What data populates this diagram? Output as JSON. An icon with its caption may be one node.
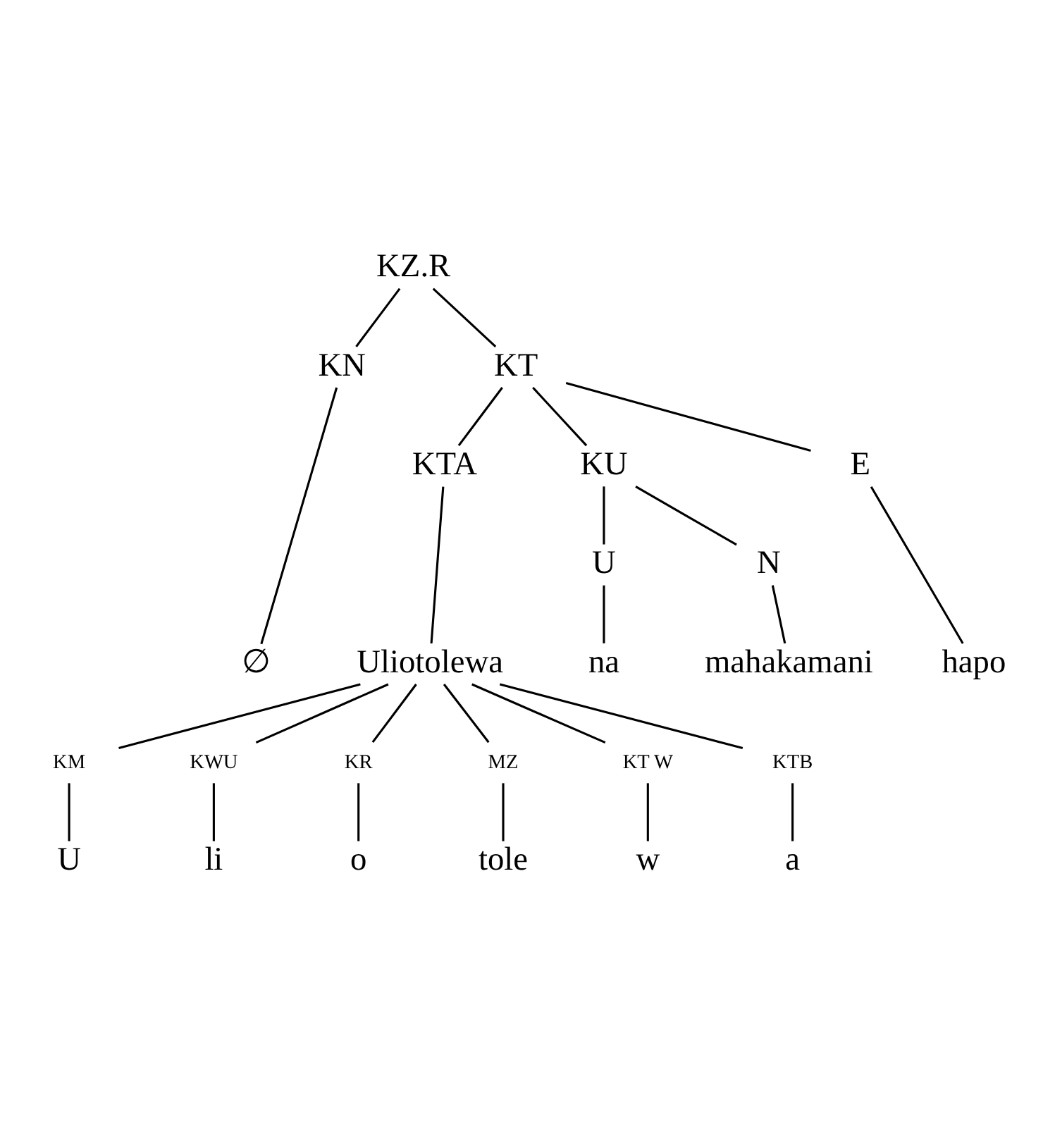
{
  "diagram": {
    "nodes": [
      {
        "text": [
          "KZ.R"
        ]
      },
      {
        "text": [
          "KN"
        ]
      },
      {
        "text": [
          "KT"
        ]
      },
      {
        "text": [
          "KTA"
        ]
      },
      {
        "text": [
          "KU"
        ]
      },
      {
        "text": [
          "E"
        ]
      },
      {
        "text": [
          "U"
        ]
      },
      {
        "text": [
          "N"
        ]
      },
      {
        "text": [
          "∅"
        ]
      },
      {
        "text": [
          "Uliotolewa"
        ]
      },
      {
        "text": [
          "na"
        ]
      },
      {
        "text": [
          "mahakamani"
        ]
      },
      {
        "text": [
          "hapo"
        ]
      },
      {
        "text": [
          "KM"
        ]
      },
      {
        "text": [
          "KWU"
        ]
      },
      {
        "text": [
          "KR"
        ]
      },
      {
        "text": [
          "MZ"
        ]
      },
      {
        "text": [
          "KT W"
        ]
      },
      {
        "text": [
          "KTB"
        ]
      },
      {
        "text": [
          "U"
        ]
      },
      {
        "text": [
          "li"
        ]
      },
      {
        "text": [
          "o"
        ]
      },
      {
        "text": [
          "tole"
        ]
      },
      {
        "text": [
          "w"
        ]
      },
      {
        "text": [
          "a"
        ]
      }
    ],
    "edges": [
      {
        "from": 0,
        "to": 1,
        "arrow": "none"
      },
      {
        "from": 0,
        "to": 2,
        "arrow": "none"
      },
      {
        "from": 2,
        "to": 3,
        "arrow": "none"
      },
      {
        "from": 2,
        "to": 4,
        "arrow": "none"
      },
      {
        "from": 2,
        "to": 5,
        "arrow": "none"
      },
      {
        "from": 4,
        "to": 6,
        "arrow": "none"
      },
      {
        "from": 4,
        "to": 7,
        "arrow": "none"
      },
      {
        "from": 1,
        "to": 8,
        "arrow": "none"
      },
      {
        "from": 3,
        "to": 9,
        "arrow": "none"
      },
      {
        "from": 6,
        "to": 10,
        "arrow": "none"
      },
      {
        "from": 7,
        "to": 11,
        "arrow": "none"
      },
      {
        "from": 5,
        "to": 12,
        "arrow": "none"
      },
      {
        "from": 9,
        "to": 13,
        "arrow": "none"
      },
      {
        "from": 9,
        "to": 14,
        "arrow": "none"
      },
      {
        "from": 9,
        "to": 15,
        "arrow": "none"
      },
      {
        "from": 9,
        "to": 16,
        "arrow": "none"
      },
      {
        "from": 9,
        "to": 17,
        "arrow": "none"
      },
      {
        "from": 9,
        "to": 18,
        "arrow": "none"
      },
      {
        "from": 13,
        "to": 19,
        "arrow": "none"
      },
      {
        "from": 14,
        "to": 20,
        "arrow": "none"
      },
      {
        "from": 15,
        "to": 21,
        "arrow": "none"
      },
      {
        "from": 16,
        "to": 22,
        "arrow": "none"
      },
      {
        "from": 17,
        "to": 23,
        "arrow": "none"
      },
      {
        "from": 18,
        "to": 24,
        "arrow": "none"
      }
    ]
  }
}
